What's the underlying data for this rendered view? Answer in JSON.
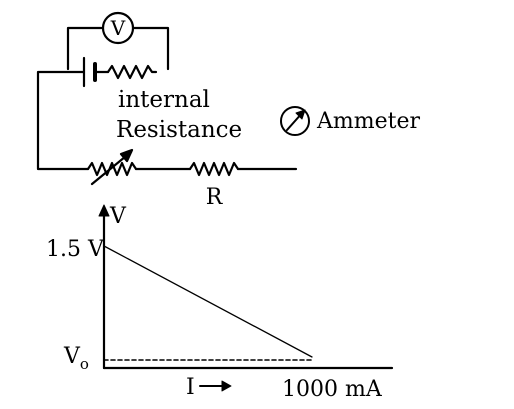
{
  "circuit": {
    "voltmeter_symbol": "V",
    "internal_label_line1": "internal",
    "internal_label_line2": "Resistance",
    "ammeter_label": "Ammeter",
    "resistor_label": "R"
  },
  "graph": {
    "y_axis_label": "V",
    "y_top_value": "1.5 V",
    "y_base_symbol": "V",
    "y_base_subscript": "o",
    "x_axis_label": "I",
    "x_arrow": "→",
    "x_end_value": "1000 mA"
  },
  "colors": {
    "ink": "#000000",
    "background": "#ffffff"
  }
}
